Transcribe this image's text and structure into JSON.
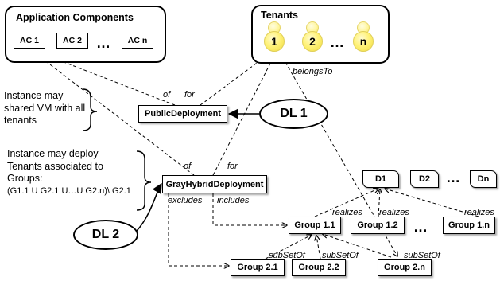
{
  "application_components": {
    "title": "Application Components",
    "items": [
      "AC 1",
      "AC 2",
      "AC n"
    ],
    "ellipsis": "…"
  },
  "tenants": {
    "title": "Tenants",
    "items": [
      "1",
      "2",
      "n"
    ],
    "ellipsis": "…"
  },
  "deployments": {
    "public": "PublicDeployment",
    "gray_hybrid": "GrayHybridDeployment"
  },
  "deployment_levels": {
    "dl1": "DL 1",
    "dl2": "DL 2"
  },
  "notes": {
    "public": [
      "Instance may",
      "shared VM with all",
      "tenants"
    ],
    "hybrid": [
      "Instance may deploy",
      "Tenants associated to",
      "Groups:",
      "(G1.1 U G2.1 U…U G2.n)\\ G2.1"
    ]
  },
  "groups_level1": [
    "Group 1.1",
    "Group 1.2",
    "Group 1.n"
  ],
  "groups_level2": [
    "Group 2.1",
    "Group 2.2",
    "Group 2.n"
  ],
  "groups_ellipsis": "…",
  "data_items": [
    "D1",
    "D2",
    "Dn"
  ],
  "data_ellipsis": "…",
  "edge_labels": {
    "of": "of",
    "for": "for",
    "belongs_to": "belongsTo",
    "excludes": "excludes",
    "includes": "includes",
    "realizes": "realizes",
    "subset_of": "subSetOf"
  },
  "colors": {
    "tenant_fill": "#fff27a",
    "line": "#000000"
  }
}
